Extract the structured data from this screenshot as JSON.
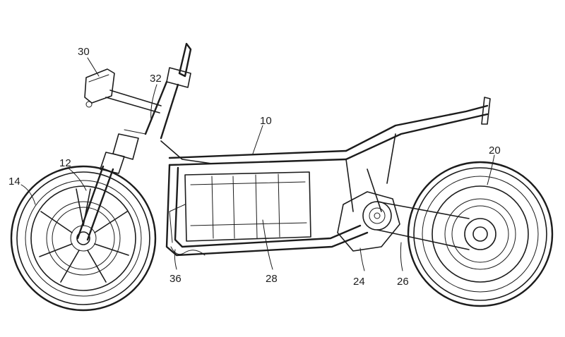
{
  "figure": {
    "line_color": "#1c1c1c",
    "background": "#ffffff",
    "reference_numerals": {
      "frame": "10",
      "front_fork": "12",
      "front_wheel": "14",
      "rear_wheel": "20",
      "motor_unit": "24",
      "chain": "26",
      "battery": "28",
      "meter_unit": "30",
      "head_pipe": "32",
      "harness": "36"
    }
  }
}
